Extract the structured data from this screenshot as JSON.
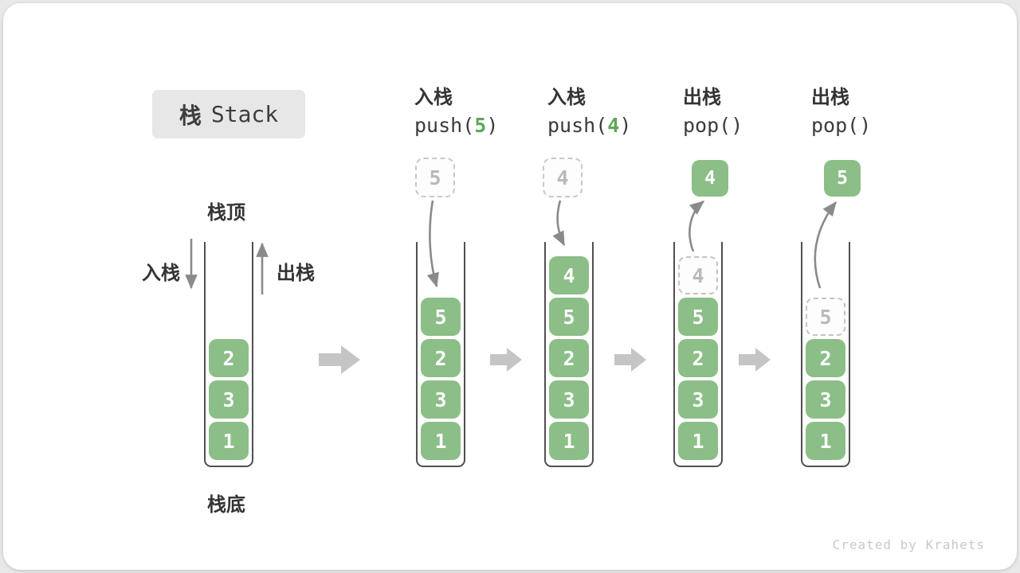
{
  "title": {
    "zh": "栈",
    "en": "Stack"
  },
  "side": {
    "top": "栈顶",
    "bottom": "栈底",
    "push": "入栈",
    "pop": "出栈"
  },
  "operations": [
    {
      "label": "入栈",
      "code_pre": "push(",
      "arg": "5",
      "code_post": ")"
    },
    {
      "label": "入栈",
      "code_pre": "push(",
      "arg": "4",
      "code_post": ")"
    },
    {
      "label": "出栈",
      "code_pre": "pop(",
      "arg": "",
      "code_post": ")"
    },
    {
      "label": "出栈",
      "code_pre": "pop(",
      "arg": "",
      "code_post": ")"
    }
  ],
  "floating_boxes": [
    {
      "value": "5",
      "style": "dashed"
    },
    {
      "value": "4",
      "style": "dashed"
    },
    {
      "value": "4",
      "style": "solid"
    },
    {
      "value": "5",
      "style": "solid"
    }
  ],
  "stacks": [
    {
      "name": "initial",
      "cells": [
        {
          "v": "2"
        },
        {
          "v": "3"
        },
        {
          "v": "1"
        }
      ]
    },
    {
      "name": "after-push-5",
      "cells": [
        {
          "v": "5"
        },
        {
          "v": "2"
        },
        {
          "v": "3"
        },
        {
          "v": "1"
        }
      ]
    },
    {
      "name": "after-push-4",
      "cells": [
        {
          "v": "4"
        },
        {
          "v": "5"
        },
        {
          "v": "2"
        },
        {
          "v": "3"
        },
        {
          "v": "1"
        }
      ]
    },
    {
      "name": "pop-4",
      "cells": [
        {
          "v": "4",
          "ghost": true
        },
        {
          "v": "5"
        },
        {
          "v": "2"
        },
        {
          "v": "3"
        },
        {
          "v": "1"
        }
      ]
    },
    {
      "name": "pop-5",
      "cells": [
        {
          "v": "5",
          "ghost": true
        },
        {
          "v": "2"
        },
        {
          "v": "3"
        },
        {
          "v": "1"
        }
      ]
    }
  ],
  "footer": "Created by Krahets",
  "colors": {
    "cell_green": "#8cbe87",
    "code_arg_green": "#5ea65a",
    "ghost_border": "#c4c4c4",
    "ghost_text": "#b9b9b9",
    "thin_arrow": "#8a8a8a",
    "block_arrow": "#c5c5c5",
    "text_dark": "#343434",
    "title_bg": "#e7e7e7",
    "footer_text": "#c9c9c9"
  }
}
